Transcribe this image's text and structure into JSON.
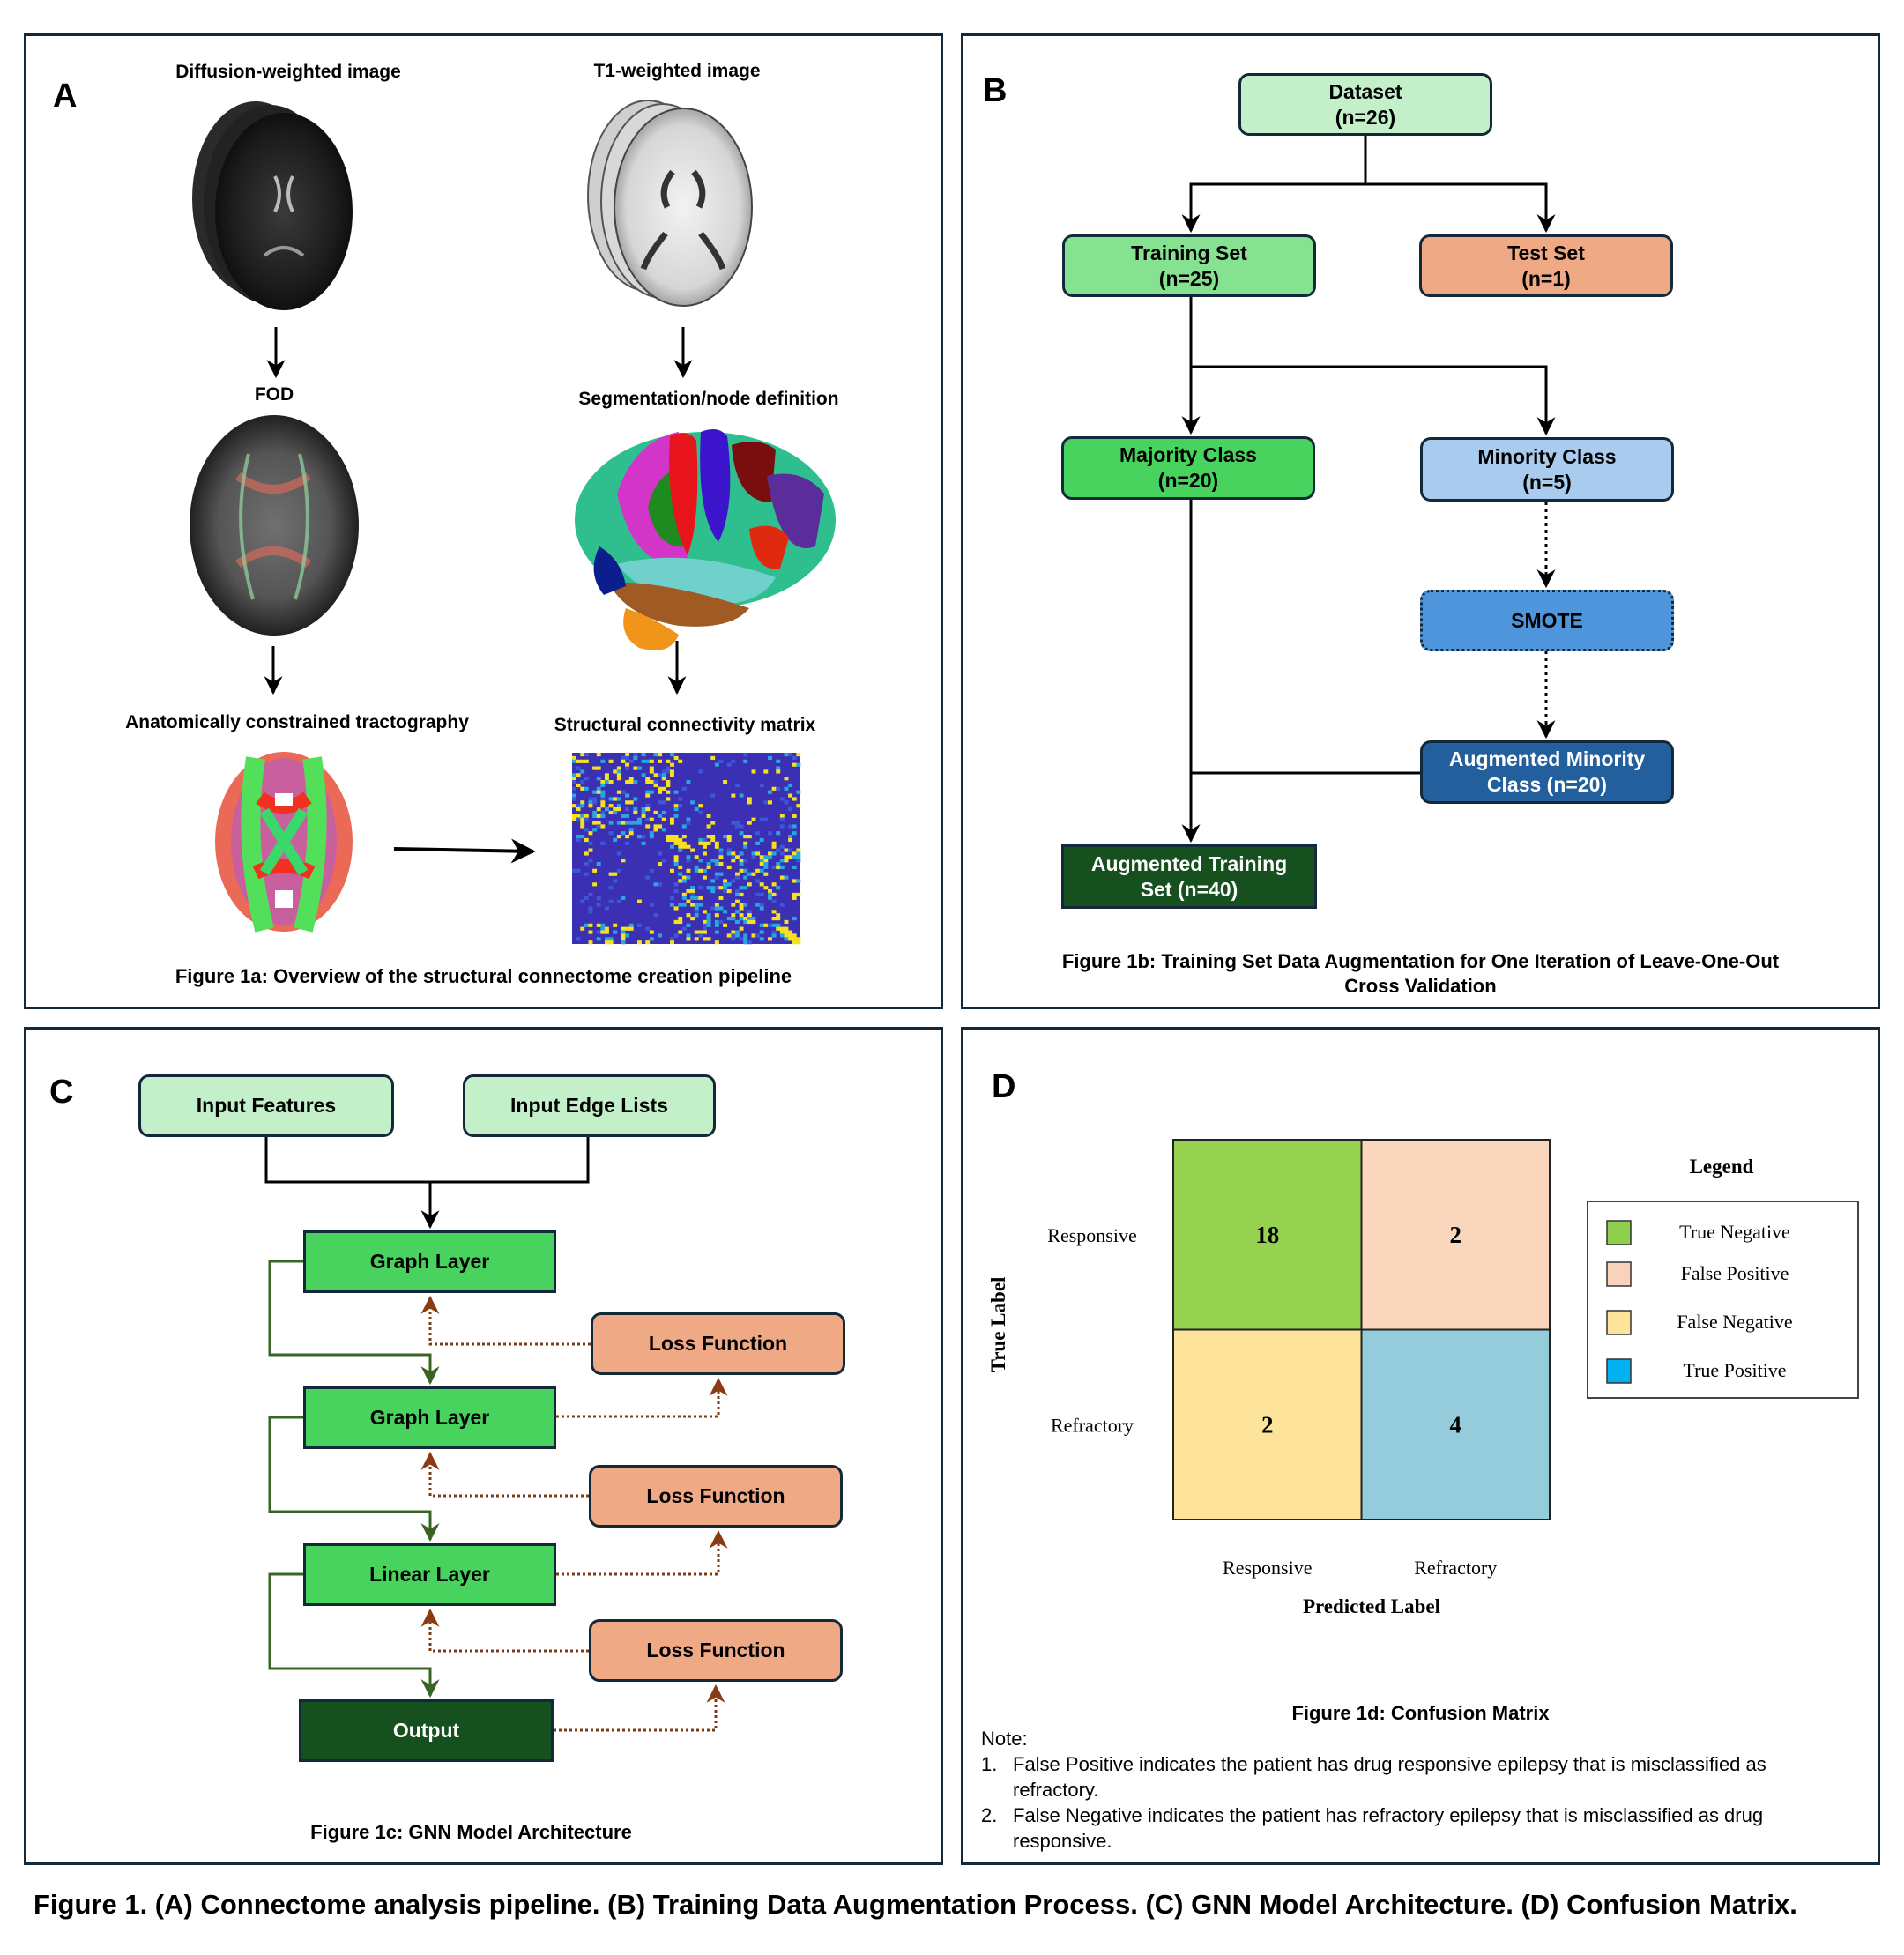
{
  "figure_caption": "Figure 1. (A) Connectome analysis pipeline. (B) Training Data Augmentation Process. (C) GNN Model Architecture. (D) Confusion Matrix.",
  "panel_a": {
    "letter": "A",
    "labels": {
      "dwi": "Diffusion-weighted image",
      "t1": "T1-weighted image",
      "fod": "FOD",
      "segmentation": "Segmentation/node definition",
      "tractography": "Anatomically constrained tractography",
      "matrix": "Structural connectivity matrix"
    },
    "caption": "Figure 1a: Overview of the structural connectome creation pipeline"
  },
  "panel_b": {
    "letter": "B",
    "nodes": {
      "dataset": [
        "Dataset",
        "(n=26)"
      ],
      "training": [
        "Training Set",
        "(n=25)"
      ],
      "test": [
        "Test Set",
        "(n=1)"
      ],
      "majority": [
        "Majority Class",
        "(n=20)"
      ],
      "minority": [
        "Minority Class",
        "(n=5)"
      ],
      "smote": [
        "SMOTE"
      ],
      "aug_minority": [
        "Augmented Minority",
        "Class (n=20)"
      ],
      "aug_training": [
        "Augmented Training",
        "Set (n=40)"
      ]
    },
    "caption": [
      "Figure 1b: Training Set Data Augmentation for One Iteration of Leave-One-Out",
      "Cross Validation"
    ],
    "colors": {
      "dataset": "#c3f0c9",
      "training": "#86e190",
      "test": "#f0a985",
      "majority": "#48d35e",
      "minority": "#a8cbee",
      "smote": "#4f95db",
      "aug_minority": "#225f9c",
      "aug_training": "#17501f"
    }
  },
  "panel_c": {
    "letter": "C",
    "nodes": {
      "input_features": "Input Features",
      "input_edges": "Input Edge Lists",
      "graph1": "Graph Layer",
      "graph2": "Graph Layer",
      "linear": "Linear Layer",
      "output": "Output",
      "loss1": "Loss Function",
      "loss2": "Loss Function",
      "loss3": "Loss Function"
    },
    "caption": "Figure 1c: GNN Model Architecture",
    "colors": {
      "input": "#c3f0c9",
      "layer": "#48d35e",
      "output": "#17501f",
      "loss": "#f0a985",
      "skip_line": "#3a6424",
      "loss_line": "#7a3b16"
    }
  },
  "panel_d": {
    "letter": "D",
    "caption": "Figure 1d: Confusion Matrix",
    "note_title": "Note:",
    "notes": [
      {
        "num": "1.",
        "lines": [
          "False Positive indicates the patient has drug responsive epilepsy that is misclassified as",
          "refractory."
        ]
      },
      {
        "num": "2.",
        "lines": [
          "False Negative indicates the patient has refractory epilepsy that is misclassified as drug",
          "responsive."
        ]
      }
    ]
  },
  "chart_data": {
    "type": "heatmap",
    "title": "Figure 1d: Confusion Matrix",
    "xlabel": "Predicted Label",
    "ylabel": "True Label",
    "x_categories": [
      "Responsive",
      "Refractory"
    ],
    "y_categories": [
      "Responsive",
      "Refractory"
    ],
    "values": [
      [
        18,
        2
      ],
      [
        2,
        4
      ]
    ],
    "cell_types": [
      [
        "True Negative",
        "False Positive"
      ],
      [
        "False Negative",
        "True Positive"
      ]
    ],
    "cell_colors": [
      [
        "#96d250",
        "#fad7bc"
      ],
      [
        "#fde49a",
        "#94ccdb"
      ]
    ],
    "legend": {
      "title": "Legend",
      "placement": "right",
      "items": [
        {
          "label": "True Negative",
          "color": "#8fcf4e"
        },
        {
          "label": "False Positive",
          "color": "#f9d2bb"
        },
        {
          "label": "False Negative",
          "color": "#fde49a"
        },
        {
          "label": "True Positive",
          "color": "#00b0f0"
        }
      ]
    }
  }
}
